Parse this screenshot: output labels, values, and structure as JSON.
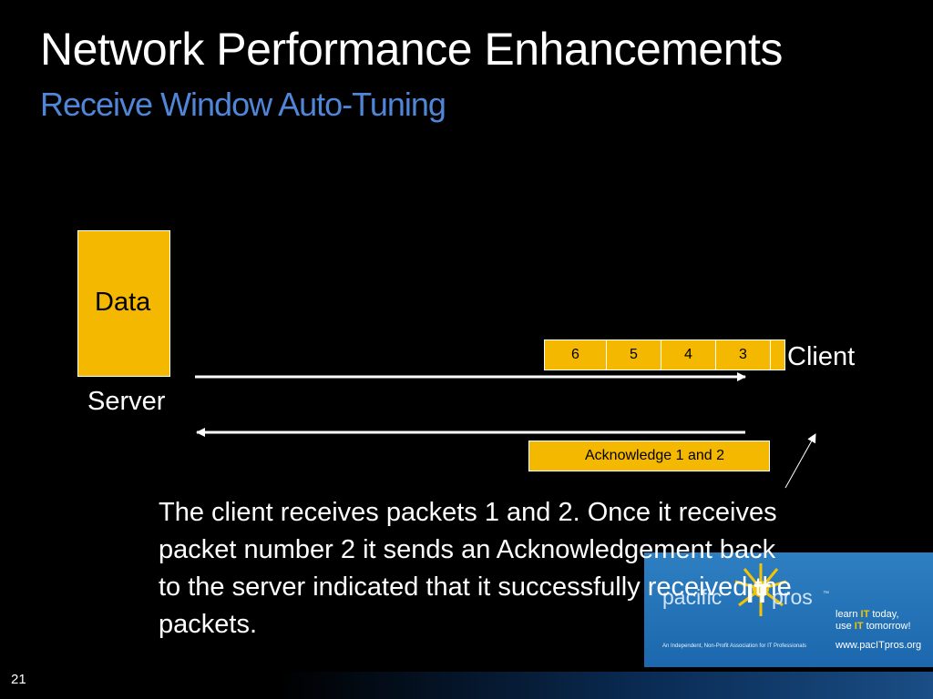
{
  "slide": {
    "title": "Network Performance Enhancements",
    "subtitle": "Receive Window Auto-Tuning",
    "page_number": "21"
  },
  "diagram": {
    "data_label": "Data",
    "server_label": "Server",
    "client_label": "Client",
    "packets": [
      "6",
      "5",
      "4",
      "3"
    ],
    "ack_label": "Acknowledge 1 and 2"
  },
  "caption_text": "The client receives packets 1 and 2.  Once it receives packet number 2 it sends an Acknowledgement back to the server indicated that it successfully received the packets.",
  "logo": {
    "word_left": "pacific",
    "word_it": "IT",
    "word_right": "pros",
    "tm": "™",
    "tagline_1_a": "learn ",
    "tagline_1_b": "IT",
    "tagline_1_c": " today,",
    "tagline_2_a": "use ",
    "tagline_2_b": "IT",
    "tagline_2_c": " tomorrow!",
    "association": "An Independent, Non-Profit Association for IT Professionals",
    "url": "www.pacITpros.org"
  },
  "colors": {
    "background": "#000000",
    "accent_blue": "#4f86d8",
    "box_yellow": "#f5b800",
    "logo_blue": "#2e7fc2"
  }
}
